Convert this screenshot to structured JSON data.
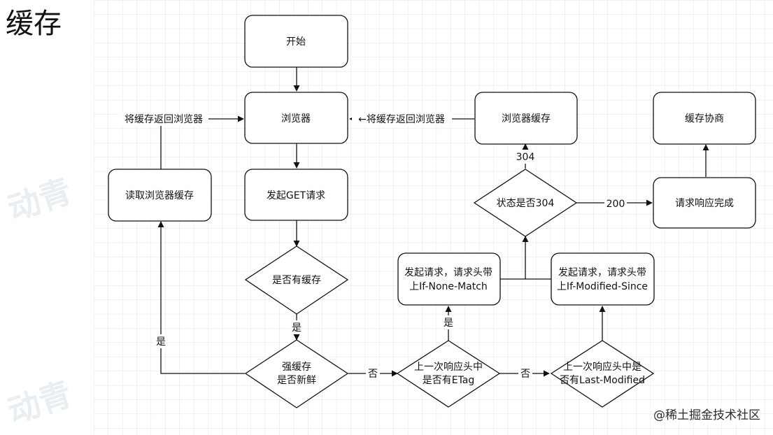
{
  "title": "缓存",
  "credit": "@稀土掘金技术社区",
  "watermark_text": "动青",
  "colors": {
    "grid": "#e3e3e3",
    "stroke": "#111111",
    "node_fill": "#ffffff",
    "watermark": "#e9eef3"
  },
  "nodes": {
    "start": "开始",
    "browser": "浏览器",
    "browser_cache": "浏览器缓存",
    "negotiate": "缓存协商",
    "read_cache": "读取浏览器缓存",
    "get_request": "发起GET请求",
    "status_304": "状态是否304",
    "request_done": "请求响应完成",
    "has_cache": "是否有缓存",
    "if_none_match": [
      "发起请求，请求头带",
      "上If-None-Match"
    ],
    "if_modified_since": [
      "发起请求，请求头带",
      "上If-Modified-Since"
    ],
    "fresh": [
      "强缓存",
      "是否新鲜"
    ],
    "has_etag": [
      "上一次响应头中",
      "是否有ETag"
    ],
    "has_last_modified": [
      "上一次响应头中是",
      "否有Last-Modified"
    ]
  },
  "edges": {
    "return_to_browser_left": "将缓存返回浏览器",
    "return_to_browser_right": "←将缓存返回浏览器",
    "is_304": "304",
    "is_200": "200",
    "yes_cache": "是",
    "yes_fresh": "是",
    "yes_etag": "是",
    "no_fresh": "否",
    "no_etag": "否"
  }
}
